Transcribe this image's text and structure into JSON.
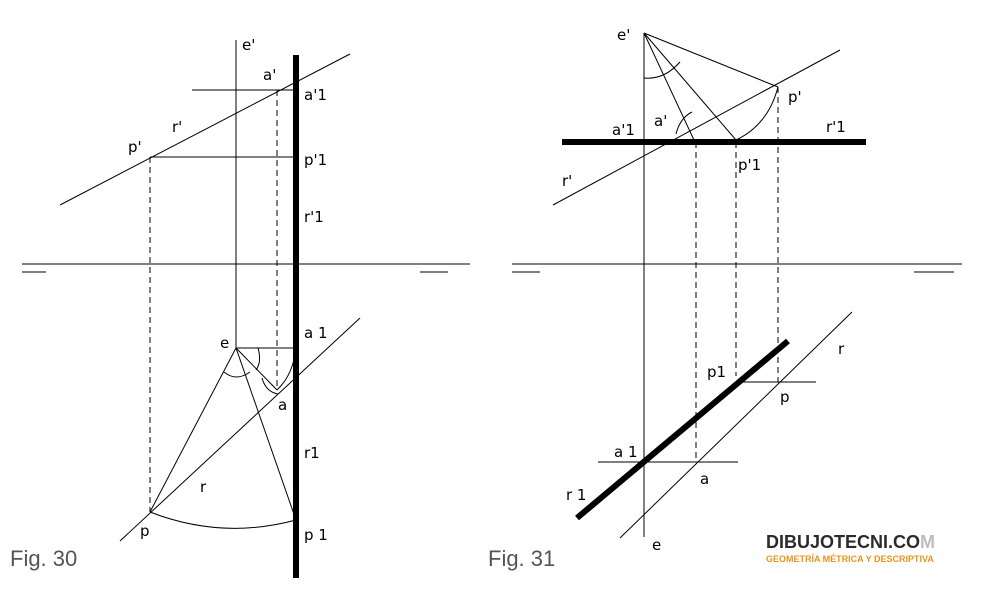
{
  "fig30": {
    "caption": "Fig. 30",
    "labels": {
      "e_prime": "e'",
      "a_prime": "a'",
      "a_prime_1": "a'1",
      "r_prime": "r'",
      "p_prime": "p'",
      "p_prime_1": "p'1",
      "r_prime_1": "r'1",
      "e": "e",
      "a1": "a 1",
      "a": "a",
      "r1": "r1",
      "r": "r",
      "p": "p",
      "p1": "p 1"
    }
  },
  "fig31": {
    "caption": "Fig. 31",
    "labels": {
      "e_prime": "e'",
      "a_prime_1": "a'1",
      "a_prime": "a'",
      "p_prime": "p'",
      "r_prime_1": "r'1",
      "p_prime_1": "p'1",
      "r_prime": "r'",
      "p1": "p1",
      "r": "r",
      "p": "p",
      "a1": "a 1",
      "a": "a",
      "r1": "r 1",
      "e": "e"
    }
  },
  "logo": {
    "main_dark": "DIBUJOTECNI.CO",
    "main_light": "M",
    "subtitle": "GEOMETRÍA MÉTRICA Y DESCRIPTIVA",
    "colors": {
      "dark": "#2b2b2b",
      "light": "#bdbdbd",
      "accent": "#e8951c"
    }
  }
}
